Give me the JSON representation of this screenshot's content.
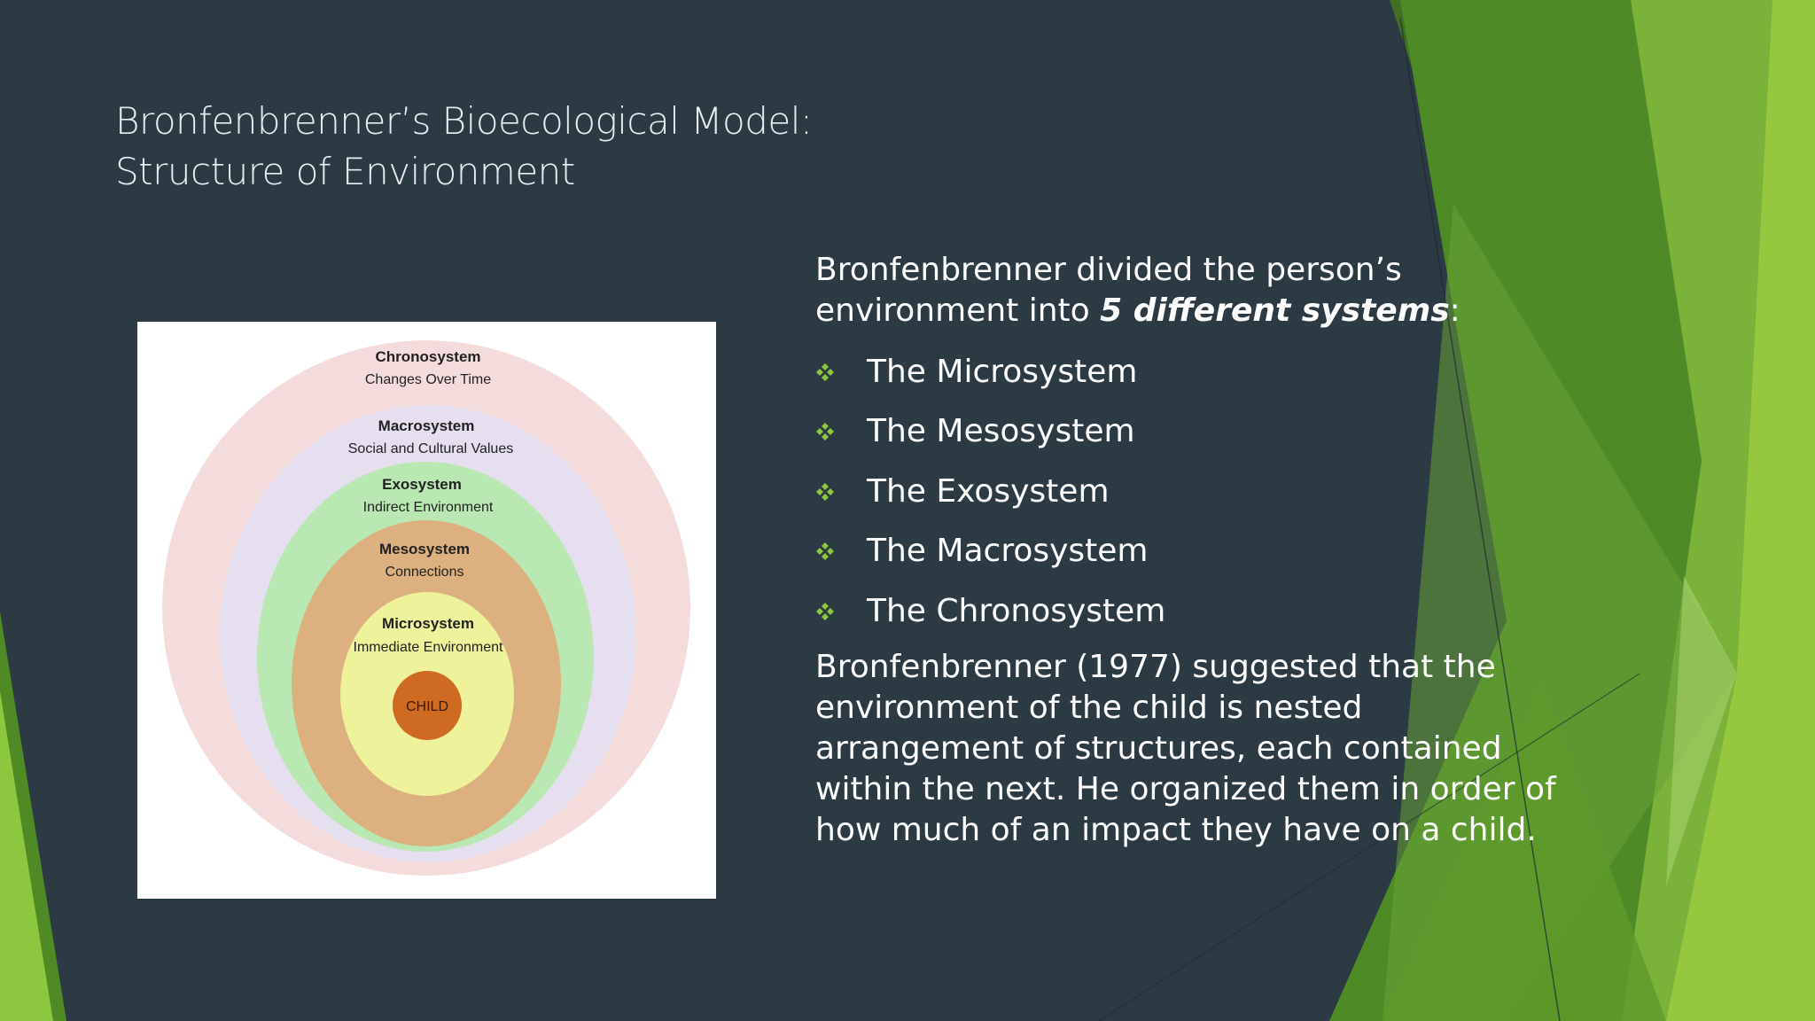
{
  "slide": {
    "title_line1": "Bronfenbrenner’s Bioecological Model:",
    "title_line2": "Structure of Environment",
    "intro_text": "Bronfenbrenner divided the person’s environment into ",
    "intro_emphasis": "5 different systems",
    "intro_suffix": ":",
    "bullets": [
      {
        "label": "The Microsystem"
      },
      {
        "label": "The Mesosystem"
      },
      {
        "label": "The Exosystem"
      },
      {
        "label": "The Macrosystem"
      },
      {
        "label": "The Chronosystem"
      }
    ],
    "closing_text": "Bronfenbrenner (1977) suggested that the environment of the child is nested arrangement of structures, each contained within the next. He organized them in order of how much of an impact they have on a child.",
    "bullet_icon": "four-diamond-bullet-icon",
    "colors": {
      "background": "#2c3a43",
      "accent_green": "#8dc63f",
      "dark_green": "#4a7d22"
    }
  },
  "diagram": {
    "layers": [
      {
        "name": "Chronosystem",
        "desc": "Changes Over Time",
        "color": "#f5dcdc"
      },
      {
        "name": "Macrosystem",
        "desc": "Social and Cultural Values",
        "color": "#e5dff0"
      },
      {
        "name": "Exosystem",
        "desc": "Indirect Environment",
        "color": "#b9e8b2"
      },
      {
        "name": "Mesosystem",
        "desc": "Connections",
        "color": "#ddb07f"
      },
      {
        "name": "Microsystem",
        "desc": "Immediate Environment",
        "color": "#eef29a"
      }
    ],
    "center_label": "CHILD",
    "center_color": "#cf6a22"
  }
}
